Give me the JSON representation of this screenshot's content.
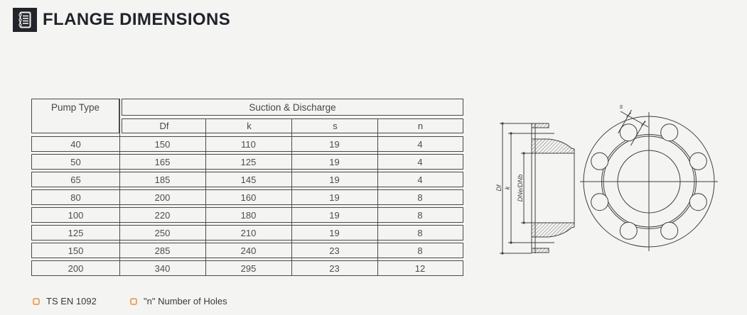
{
  "header": {
    "title": "FLANGE DIMENSIONS",
    "icon": "notebook-icon"
  },
  "table": {
    "pump_type_header": "Pump Type",
    "group_header": "Suction & Discharge",
    "sub_headers": [
      "Df",
      "k",
      "s",
      "n"
    ],
    "rows": [
      {
        "pump_type": "40",
        "df": "150",
        "k": "110",
        "s": "19",
        "n": "4"
      },
      {
        "pump_type": "50",
        "df": "165",
        "k": "125",
        "s": "19",
        "n": "4"
      },
      {
        "pump_type": "65",
        "df": "185",
        "k": "145",
        "s": "19",
        "n": "4"
      },
      {
        "pump_type": "80",
        "df": "200",
        "k": "160",
        "s": "19",
        "n": "8"
      },
      {
        "pump_type": "100",
        "df": "220",
        "k": "180",
        "s": "19",
        "n": "8"
      },
      {
        "pump_type": "125",
        "df": "250",
        "k": "210",
        "s": "19",
        "n": "8"
      },
      {
        "pump_type": "150",
        "df": "285",
        "k": "240",
        "s": "23",
        "n": "8"
      },
      {
        "pump_type": "200",
        "df": "340",
        "k": "295",
        "s": "23",
        "n": "12"
      }
    ]
  },
  "drawing": {
    "labels": {
      "df": "Df",
      "k": "k",
      "dne_dnb": "DNe/DNb",
      "s": "s"
    }
  },
  "footer": {
    "notes": [
      {
        "label": "TS EN 1092"
      },
      {
        "label": "\"n\" Number of Holes"
      }
    ]
  },
  "colors": {
    "accent": "#ECA85F",
    "ink": "#20232B",
    "line": "#474747",
    "page_bg": "#F4F4F2",
    "icon_bg": "#212429"
  }
}
